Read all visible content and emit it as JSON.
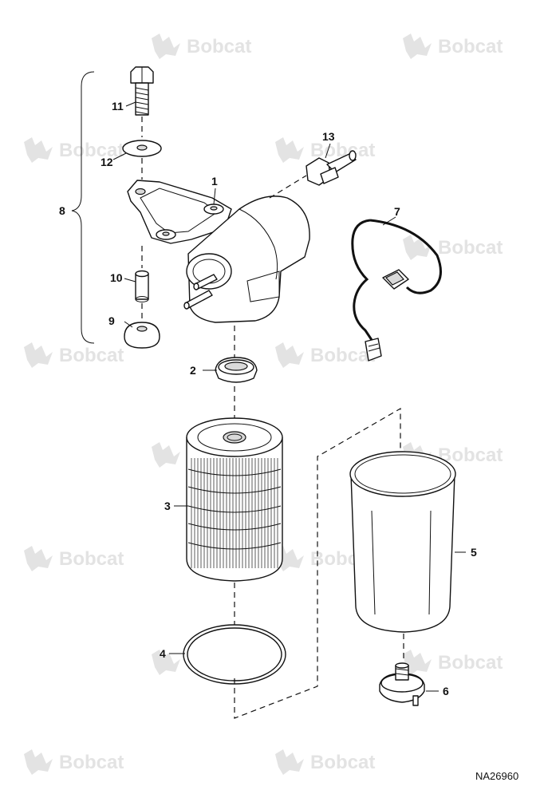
{
  "watermark": {
    "text": "Bobcat",
    "color": "#e3e3e3"
  },
  "callouts": [
    {
      "id": "c1",
      "label": "1"
    },
    {
      "id": "c2",
      "label": "2"
    },
    {
      "id": "c3",
      "label": "3"
    },
    {
      "id": "c4",
      "label": "4"
    },
    {
      "id": "c5",
      "label": "5"
    },
    {
      "id": "c6",
      "label": "6"
    },
    {
      "id": "c7",
      "label": "7"
    },
    {
      "id": "c8",
      "label": "8"
    },
    {
      "id": "c9",
      "label": "9"
    },
    {
      "id": "c10",
      "label": "10"
    },
    {
      "id": "c11",
      "label": "11"
    },
    {
      "id": "c12",
      "label": "12"
    },
    {
      "id": "c13",
      "label": "13"
    }
  ],
  "figure_id": "NA26960"
}
